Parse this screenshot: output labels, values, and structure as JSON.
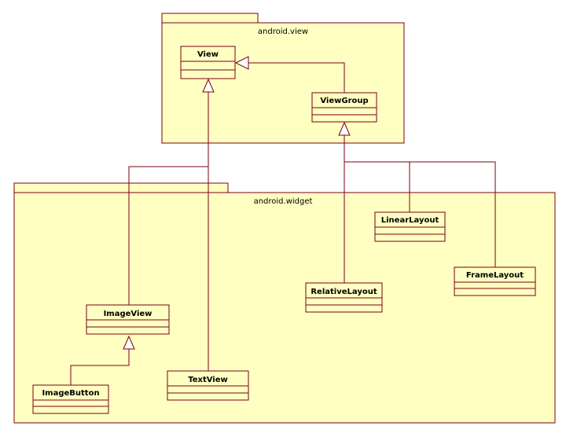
{
  "diagram": {
    "type": "uml-class-diagram",
    "colors": {
      "fill": "#ffffc2",
      "stroke": "#7a0010",
      "text": "#000000"
    },
    "packages": {
      "android_view": {
        "label": "android.view"
      },
      "android_widget": {
        "label": "android.widget"
      }
    },
    "classes": {
      "view": {
        "name": "View"
      },
      "viewgroup": {
        "name": "ViewGroup"
      },
      "linearlayout": {
        "name": "LinearLayout"
      },
      "framelayout": {
        "name": "FrameLayout"
      },
      "relativelayout": {
        "name": "RelativeLayout"
      },
      "imageview": {
        "name": "ImageView"
      },
      "imagebutton": {
        "name": "ImageButton"
      },
      "textview": {
        "name": "TextView"
      }
    },
    "relationships": [
      {
        "type": "generalization",
        "from": "ViewGroup",
        "to": "View"
      },
      {
        "type": "generalization",
        "from": "ImageView",
        "to": "View"
      },
      {
        "type": "generalization",
        "from": "TextView",
        "to": "View"
      },
      {
        "type": "generalization",
        "from": "LinearLayout",
        "to": "ViewGroup"
      },
      {
        "type": "generalization",
        "from": "FrameLayout",
        "to": "ViewGroup"
      },
      {
        "type": "generalization",
        "from": "RelativeLayout",
        "to": "ViewGroup"
      },
      {
        "type": "generalization",
        "from": "ImageButton",
        "to": "ImageView"
      }
    ]
  }
}
